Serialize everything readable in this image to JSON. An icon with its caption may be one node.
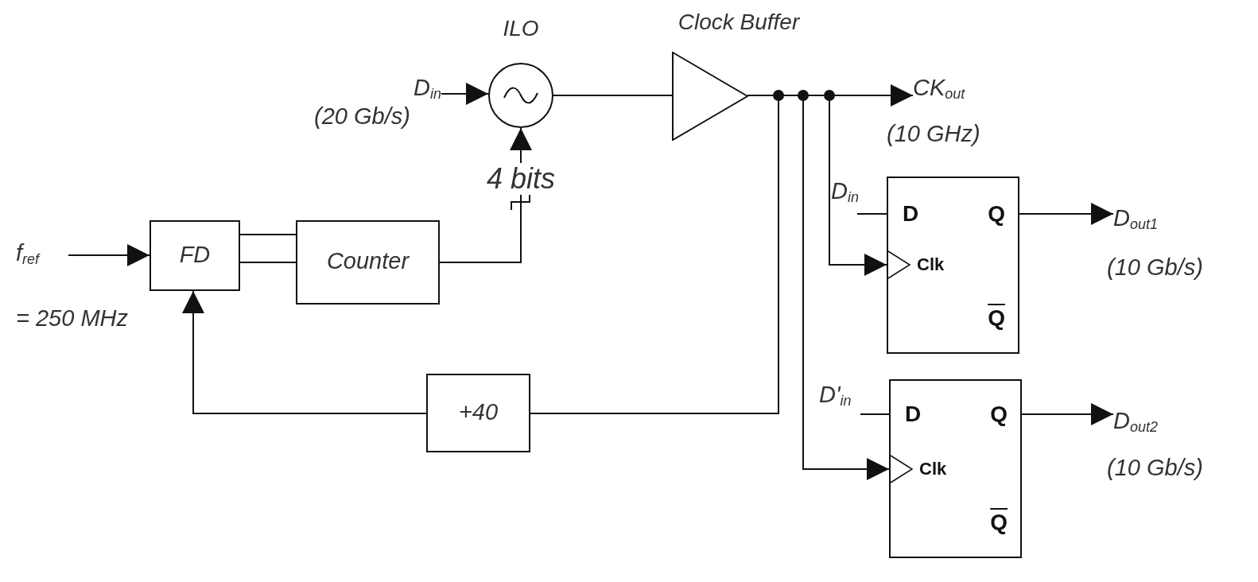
{
  "diagram": {
    "nodes": [
      {
        "text": [
          "D$_{in}$"
        ],
        "beside": [
          "(20 Gb/s)"
        ]
      },
      {
        "text": [
          "ILO"
        ]
      },
      {
        "text": [
          "Clock Buffer"
        ]
      },
      {
        "text": [
          "CK$_{out}$"
        ],
        "beside": [
          "(10 GHz)"
        ]
      },
      {
        "text": [
          "f$_{ref}$"
        ],
        "beside": [
          "= 250 MHz"
        ]
      },
      {
        "text": [
          "FD"
        ]
      },
      {
        "text": [
          "Counter"
        ]
      },
      {
        "text": [
          "+40"
        ]
      },
      {
        "text": [
          "D",
          "Q",
          "Clk",
          "Q"
        ],
        "beside": [
          "D$_{in}$"
        ]
      },
      {
        "text": [
          "D",
          "Q",
          "Clk",
          "Q"
        ],
        "beside": [
          "D'$_{in}$"
        ]
      },
      {
        "text": [
          "D$_{out1}$"
        ],
        "beside": [
          "(10 Gb/s)"
        ]
      },
      {
        "text": [
          "D$_{out2}$"
        ],
        "beside": [
          "(10 Gb/s)"
        ]
      }
    ],
    "edges": [
      {
        "from": 0,
        "to": 1,
        "arrow": "to"
      },
      {
        "from": 1,
        "to": 2,
        "arrow": "none"
      },
      {
        "from": 2,
        "to": 3,
        "arrow": "to"
      },
      {
        "from": 6,
        "to": 1,
        "arrow": "to",
        "label": "4 bits"
      },
      {
        "from": 5,
        "to": 6,
        "arrow": "none"
      },
      {
        "from": 5,
        "to": 6,
        "arrow": "none"
      },
      {
        "from": 4,
        "to": 5,
        "arrow": "to"
      },
      {
        "from": 2,
        "to": 7,
        "arrow": "none"
      },
      {
        "from": 7,
        "to": 5,
        "arrow": "to"
      },
      {
        "from": 2,
        "to": 8,
        "arrow": "to"
      },
      {
        "from": 2,
        "to": 9,
        "arrow": "to"
      },
      {
        "from": 8,
        "to": 10,
        "arrow": "to"
      },
      {
        "from": 9,
        "to": 11,
        "arrow": "to"
      }
    ]
  }
}
